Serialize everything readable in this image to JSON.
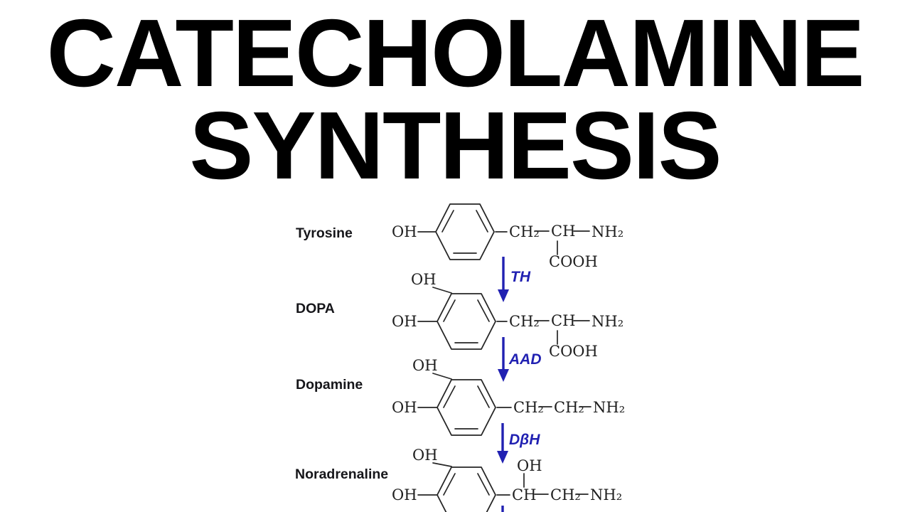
{
  "title": {
    "line1": "CATECHOLAMINE",
    "line2": "SYNTHESIS"
  },
  "diagram": {
    "type": "reaction-pathway",
    "sequence": [
      "Tyrosine",
      "DOPA",
      "Dopamine",
      "Noradrenaline"
    ],
    "compounds": [
      {
        "name": "Tyrosine",
        "oh_left": "OH",
        "chain_group1": "CH₂",
        "chain_group2": "CH",
        "chain_group3": "NH₂",
        "chain_below": "COOH"
      },
      {
        "name": "DOPA",
        "oh_top": "OH",
        "oh_left": "OH",
        "chain_group1": "CH₂",
        "chain_group2": "CH",
        "chain_group3": "NH₂",
        "chain_below": "COOH"
      },
      {
        "name": "Dopamine",
        "oh_top": "OH",
        "oh_left": "OH",
        "chain_group1": "CH₂",
        "chain_group2": "CH₂",
        "chain_group3": "NH₂"
      },
      {
        "name": "Noradrenaline",
        "oh_top": "OH",
        "oh_left": "OH",
        "chain_above": "OH",
        "chain_group1": "CH",
        "chain_group2": "CH₂",
        "chain_group3": "NH₂"
      }
    ],
    "enzymes": [
      {
        "label": "TH"
      },
      {
        "label": "AAD"
      },
      {
        "label": "DβH"
      }
    ],
    "colors": {
      "enzyme_arrow": "#2121b2",
      "structure": "#262626",
      "title": "#000000",
      "background": "#ffffff"
    }
  }
}
